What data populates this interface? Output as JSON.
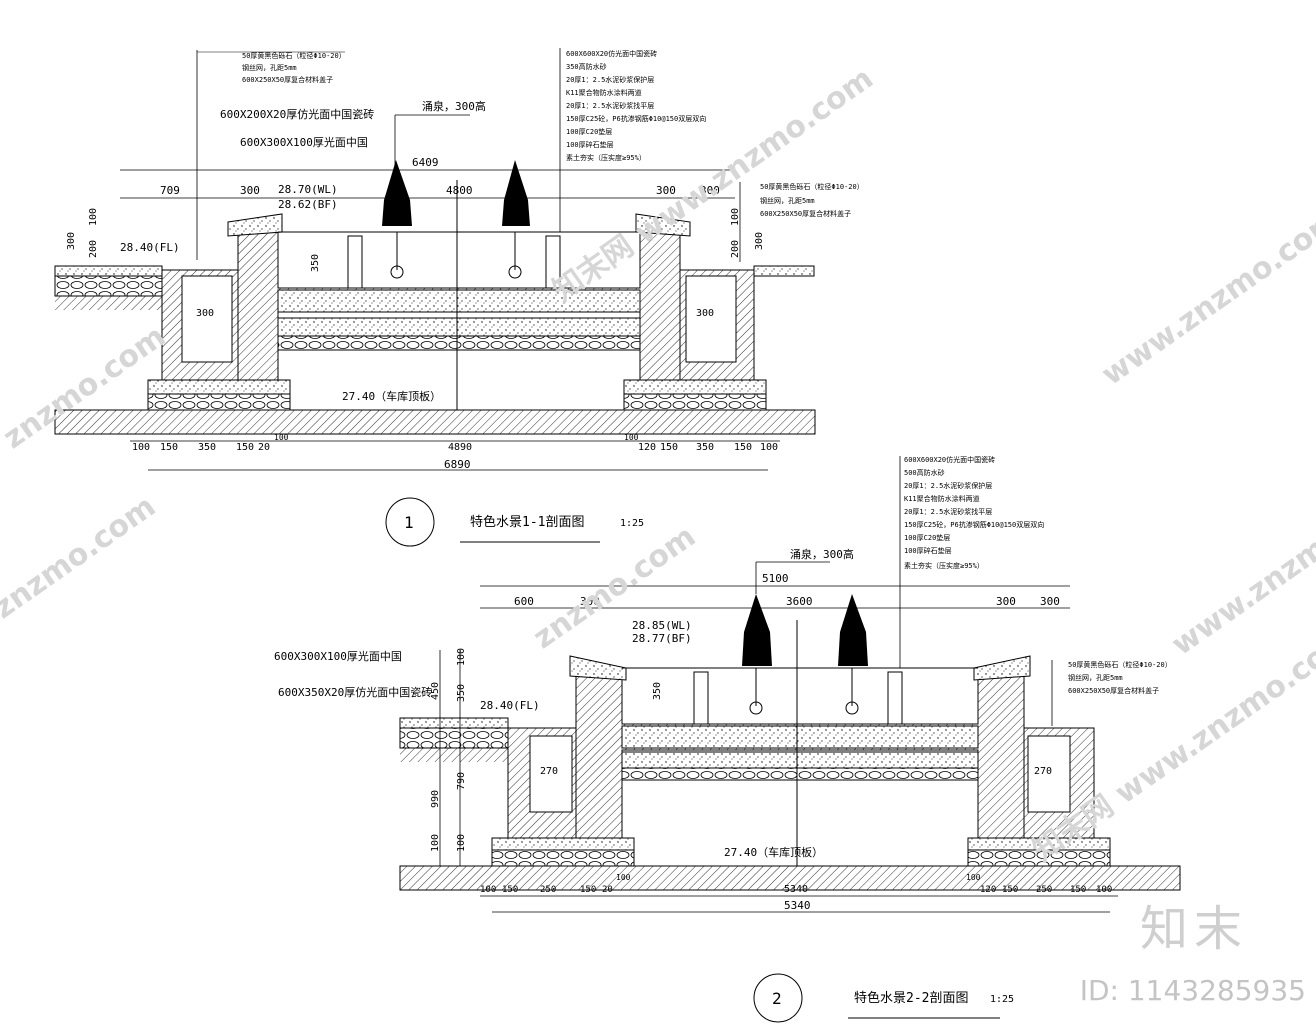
{
  "sections": [
    {
      "number": "1",
      "title": "特色水景1-1剖面图",
      "scale": "1:25",
      "fountain_label": "涌泉，300高",
      "wl": "28.70(WL)",
      "bf": "28.62(BF)",
      "fl": "28.40(FL)",
      "base": "27.40（车库顶板）",
      "left_notes": [
        "50厚黄黑色砾石（粒径Φ10-20）",
        "钢丝网，孔距5mm",
        "600X250X50厚复合材料盖子"
      ],
      "right_notes": [
        "50厚黄黑色砾石（粒径Φ10-20）",
        "钢丝网，孔距5mm",
        "600X250X50厚复合材料盖子"
      ],
      "wall_notes": [
        "600X200X20厚仿光面中国瓷砖",
        "600X300X100厚光面中国"
      ],
      "layer_notes": [
        "600X600X20仿光面中国瓷砖",
        "350高防水砂",
        "20厚1：2.5水泥砂浆保护层",
        "K11聚合物防水涂料两道",
        "20厚1：2.5水泥砂浆找平层",
        "150厚C25砼，P6抗渗钢筋Φ10@150双层双向",
        "100厚C20垫层",
        "100厚碎石垫层",
        "素土夯实（压实度≥95%）"
      ],
      "dims_top": [
        "6409",
        "709",
        "300",
        "4800",
        "300",
        "300"
      ],
      "dims_bottom": [
        "100",
        "150",
        "350",
        "150",
        "20",
        "100",
        "4890",
        "100",
        "120",
        "150",
        "350",
        "150",
        "100"
      ],
      "total": "6890",
      "vertical_dims": [
        "300",
        "200",
        "100",
        "350",
        "300",
        "300",
        "200",
        "100",
        "300"
      ]
    },
    {
      "number": "2",
      "title": "特色水景2-2剖面图",
      "scale": "1:25",
      "fountain_label": "涌泉，300高",
      "wl": "28.85(WL)",
      "bf": "28.77(BF)",
      "fl": "28.40(FL)",
      "base": "27.40（车库顶板）",
      "right_notes": [
        "50厚黄黑色砾石（粒径Φ10-20）",
        "钢丝网，孔距5mm",
        "600X250X50厚复合材料盖子"
      ],
      "wall_notes": [
        "600X300X100厚光面中国",
        "600X350X20厚仿光面中国瓷砖"
      ],
      "layer_notes": [
        "600X600X20仿光面中国瓷砖",
        "500高防水砂",
        "20厚1：2.5水泥砂浆保护层",
        "K11聚合物防水涂料两道",
        "20厚1：2.5水泥砂浆找平层",
        "150厚C25砼，P6抗渗钢筋Φ10@150双层双向",
        "100厚C20垫层",
        "100厚碎石垫层",
        "素土夯实（压实度≥95%）"
      ],
      "dims_top": [
        "5100",
        "600",
        "300",
        "3600",
        "300",
        "300"
      ],
      "dims_bottom": [
        "100",
        "150",
        "250",
        "150",
        "20",
        "100",
        "5340",
        "100",
        "120",
        "150",
        "250",
        "150",
        "100"
      ],
      "total": "5340",
      "vertical_dims": [
        "100",
        "450",
        "350",
        "790",
        "990",
        "100",
        "100",
        "270",
        "270"
      ]
    }
  ],
  "watermarks": [
    "znzmo.com",
    "知末网 www.znzmo.com",
    "www.znzmo.com",
    "znzmo.com",
    "znzmo.com",
    "知末网 www.znzmo.com",
    "www.znzmo.com"
  ],
  "brand": "知末",
  "id_text": "ID: 1143285935"
}
